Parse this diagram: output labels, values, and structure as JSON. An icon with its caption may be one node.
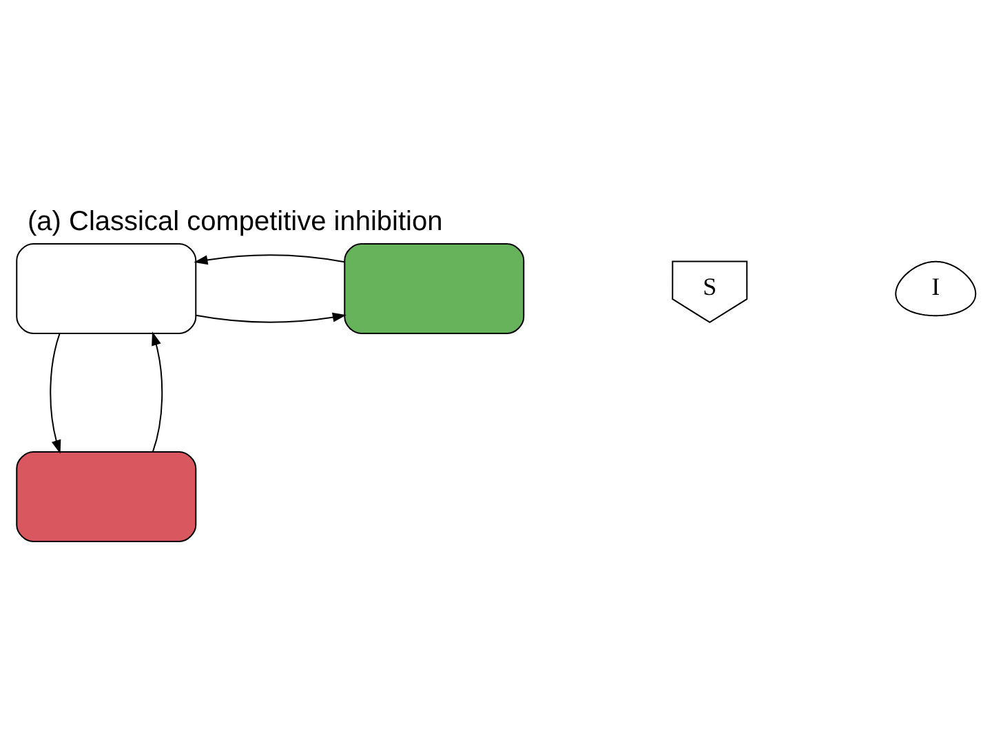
{
  "diagram": {
    "title": "(a) Classical competitive inhibition",
    "nodes": [
      {
        "text": [],
        "shape": "box"
      },
      {
        "text": [
          "S"
        ]
      },
      {
        "text": [],
        "shape": "box"
      },
      {
        "text": [
          "I"
        ]
      },
      {
        "text": [],
        "shape": "box"
      }
    ],
    "edges": [
      {
        "from": 0,
        "to": 2,
        "arrow": "to"
      },
      {
        "from": 2,
        "to": 0,
        "arrow": "to"
      },
      {
        "from": 0,
        "to": 4,
        "arrow": "to"
      },
      {
        "from": 4,
        "to": 0,
        "arrow": "to"
      }
    ]
  }
}
